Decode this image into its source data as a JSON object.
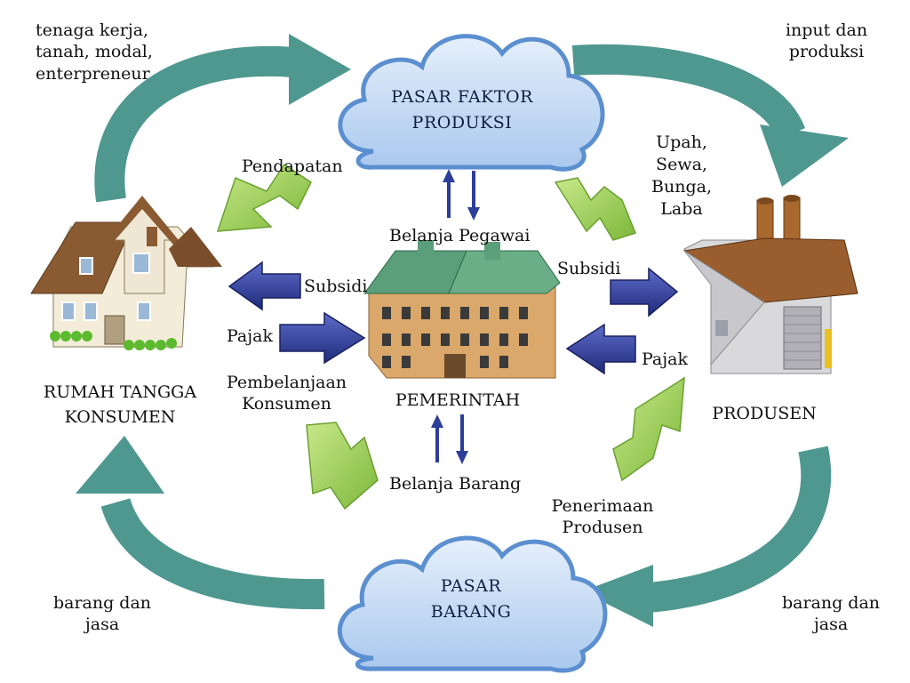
{
  "nodes": {
    "factor_market": [
      "PASAR FAKTOR",
      "PRODUKSI"
    ],
    "goods_market": [
      "PASAR",
      "BARANG"
    ],
    "households": [
      "RUMAH TANGGA",
      "KONSUMEN"
    ],
    "producers": "PRODUSEN",
    "government": "PEMERINTAH"
  },
  "flows": {
    "factors_in": [
      "tenaga kerja,",
      "tanah, modal,",
      "enterpreneur"
    ],
    "production_input": [
      "input dan",
      "produksi"
    ],
    "factor_income": [
      "Upah,",
      "Sewa,",
      "Bunga,",
      "Laba"
    ],
    "income": "Pendapatan",
    "employee_spending": "Belanja Pegawai",
    "subsidy_households": "Subsidi",
    "subsidy_producers": "Subsidi",
    "tax_households": "Pajak",
    "tax_producers": "Pajak",
    "consumer_spending": [
      "Pembelanjaan",
      "Konsumen"
    ],
    "goods_spending": "Belanja Barang",
    "producer_revenue": [
      "Penerimaan",
      "Produsen"
    ],
    "goods_to_households": [
      "barang dan",
      "jasa"
    ],
    "goods_from_producers": [
      "barang dan",
      "jasa"
    ]
  },
  "colors": {
    "teal_arrow": "#4f9890",
    "green_arrow": "#8cc63f",
    "blue_arrow": "#2d3e9a",
    "cloud_fill": "#b9d4f2",
    "cloud_stroke": "#5b8fd0"
  }
}
